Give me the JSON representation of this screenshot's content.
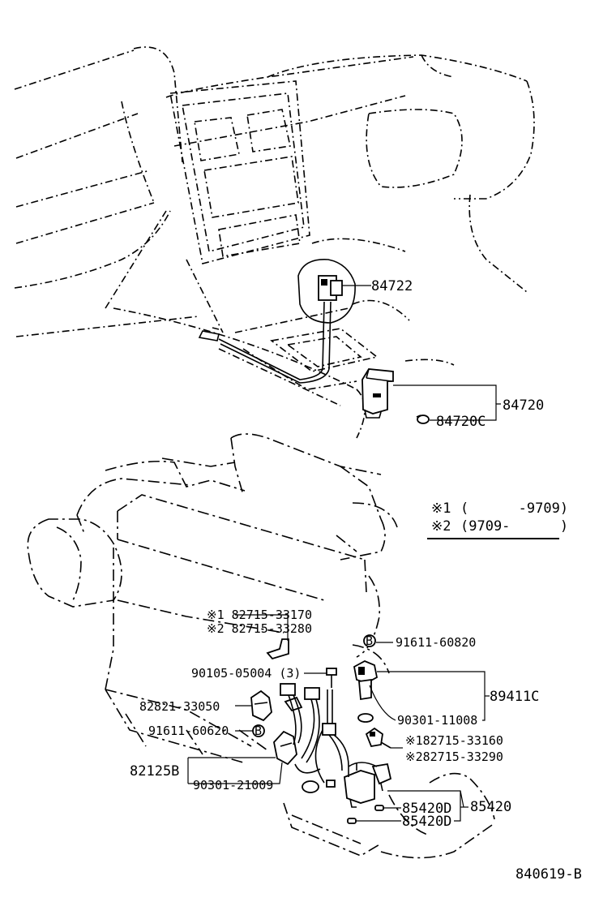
{
  "figure_id": "840619-B",
  "legend": {
    "note1_mark": "※1",
    "note1_range": "(      -9709)",
    "note2_mark": "※2",
    "note2_range": "(9709-      )"
  },
  "callouts": {
    "c84722": "84722",
    "c84720": "84720",
    "c84720C": "84720C",
    "c1_82715_33170": "※1 82715-33170",
    "c2_82715_33280": "※2 82715-33280",
    "c91611_60820": "91611-60820",
    "c90105_05004": "90105-05004 (3)",
    "c89411C": "89411C",
    "c82821_33050": "82821-33050",
    "c90301_11008": "90301-11008",
    "c91611_60620": "91611-60620",
    "c1_82715_33160": "※182715-33160",
    "c2_82715_33290": "※282715-33290",
    "c82125B": "82125B",
    "c90301_21009": "90301-21009",
    "c85420D_a": "85420D",
    "c85420D_b": "85420D",
    "c85420": "85420",
    "bolt_mark": "B"
  }
}
